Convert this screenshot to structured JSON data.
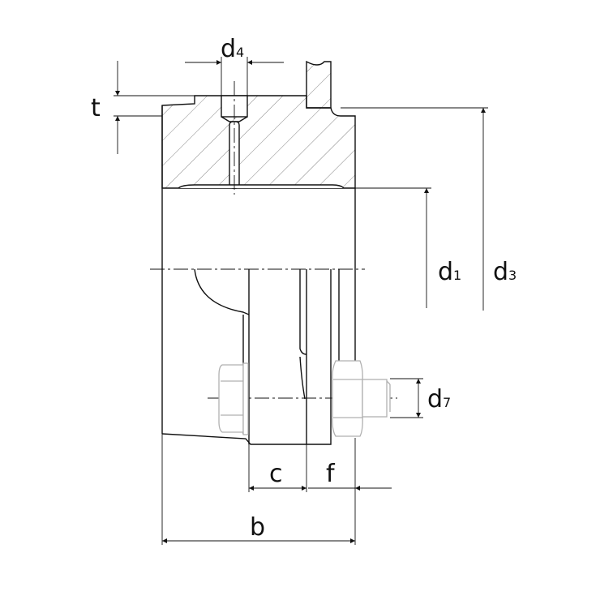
{
  "drawing": {
    "labels": {
      "d4": {
        "main": "d",
        "sub": "4"
      },
      "t": {
        "main": "t"
      },
      "d1": {
        "main": "d",
        "sub": "1"
      },
      "d3": {
        "main": "d",
        "sub": "3"
      },
      "d7": {
        "main": "d",
        "sub": "7"
      },
      "c": {
        "main": "c"
      },
      "f": {
        "main": "f"
      },
      "b": {
        "main": "b"
      }
    },
    "colors": {
      "line": "#111111",
      "hatch": "#777777",
      "bolt": "#b0b0b0"
    }
  }
}
